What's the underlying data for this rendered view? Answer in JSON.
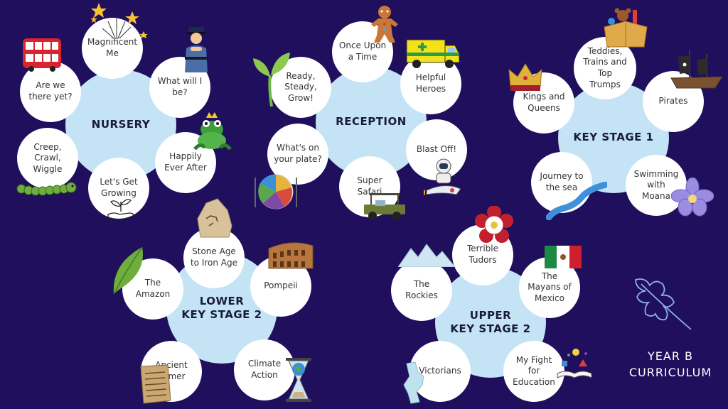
{
  "groups": {
    "nursery": {
      "title": "NURSERY",
      "topics": [
        "Magnificent\nMe",
        "What will I\nbe?",
        "Happily\nEver After",
        "Let's Get\nGrowing",
        "Creep,\nCrawl,\nWiggle",
        "Are we\nthere yet?"
      ]
    },
    "reception": {
      "title": "RECEPTION",
      "topics": [
        "Once Upon\na Time",
        "Helpful\nHeroes",
        "Blast Off!",
        "Super Safari",
        "What's on\nyour plate?",
        "Ready,\nSteady,\nGrow!"
      ]
    },
    "ks1": {
      "title": "KEY STAGE 1",
      "topics": [
        "Teddies,\nTrains and\nTop\nTrumps",
        "Pirates",
        "Swimming\nwith\nMoana",
        "Journey to\nthe sea",
        "Kings and\nQueens"
      ]
    },
    "lks2": {
      "title": "LOWER\nKEY STAGE 2",
      "topics": [
        "Stone Age\nto Iron Age",
        "Pompeii",
        "Climate\nAction",
        "Ancient\nSumer",
        "The\nAmazon"
      ]
    },
    "uks2": {
      "title": "UPPER\nKEY STAGE 2",
      "topics": [
        "Terrible\nTudors",
        "The\nMayans of\nMexico",
        "My Fight\nfor\nEducation",
        "Victorians",
        "The\nRockies"
      ]
    }
  },
  "footer": {
    "line1": "YEAR B",
    "line2": "CURRICULUM"
  },
  "colors": {
    "background": "#1f0f5c",
    "hub": "#c4e4f6",
    "topic": "#ffffff"
  },
  "icons": [
    "stars-icon",
    "police-officer-icon",
    "frog-prince-icon",
    "plant-hand-icon",
    "caterpillar-icon",
    "double-decker-bus-icon",
    "gingerbread-man-icon",
    "ambulance-icon",
    "astronaut-rocket-icon",
    "safari-jeep-icon",
    "food-plate-icon",
    "seedling-icon",
    "toy-box-icon",
    "pirate-ship-icon",
    "flower-icon",
    "river-icon",
    "crown-icon",
    "rock-painting-icon",
    "colosseum-icon",
    "hourglass-earth-icon",
    "clay-tablet-icon",
    "leaf-icon",
    "tudor-rose-icon",
    "mexico-flag-icon",
    "books-icon",
    "map-icon",
    "mountains-icon",
    "oak-leaf-outline-icon"
  ]
}
